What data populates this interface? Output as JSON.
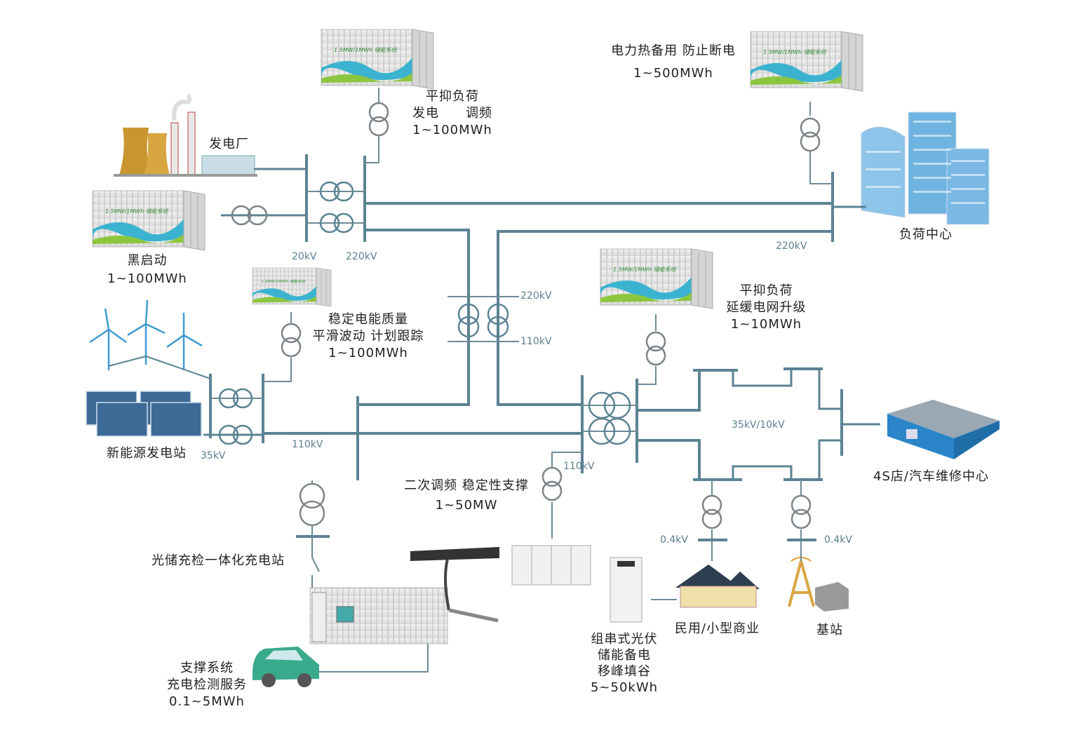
{
  "colors": {
    "line": "#5b8393",
    "transformer": "#7d8489",
    "container_wave_blue": "#3bb3d0",
    "container_wave_green": "#8cc63f",
    "building": "#6fb3e0"
  },
  "container_lettering": "1.5MW/1MWh 储能系统",
  "labels": {
    "power_plant": "发电厂",
    "top_storage": [
      "平抑负荷",
      "发电　　调频",
      "1~100MWh"
    ],
    "thermal_backup": [
      "电力热备用 防止断电",
      "1~500MWh"
    ],
    "load_center": "负荷中心",
    "black_start": [
      "黑启动",
      "1~100MWh"
    ],
    "power_quality": [
      "稳定电能质量",
      "平滑波动 计划跟踪",
      "1~100MWh"
    ],
    "grid_upgrade": [
      "平抑负荷",
      "延缓电网升级",
      "1~10MWh"
    ],
    "renewable_station": "新能源发电站",
    "secondary_freq": [
      "二次调频  稳定性支撑",
      "1~50MW"
    ],
    "auto_shop": "4S店/汽车维修中心",
    "pv_charging_station": "光储充检一体化充电站",
    "ev_support": [
      "支撑系统",
      "充电检测服务",
      "0.1~5MWh"
    ],
    "string_pv": [
      "组串式光伏",
      "储能备电",
      "移峰填谷",
      "5~50kWh"
    ],
    "residential": "民用/小型商业",
    "base_station": "基站"
  },
  "voltages": {
    "kv20": "20kV",
    "kv220_a": "220kV",
    "kv220_right": "220kV",
    "kv220_b": "220kV",
    "kv110_a": "110kV",
    "kv35": "35kV",
    "kv110_bus": "110kV",
    "kv110_c": "110kV",
    "ring": "35kV/10kV",
    "kv04_a": "0.4kV",
    "kv04_b": "0.4kV"
  }
}
